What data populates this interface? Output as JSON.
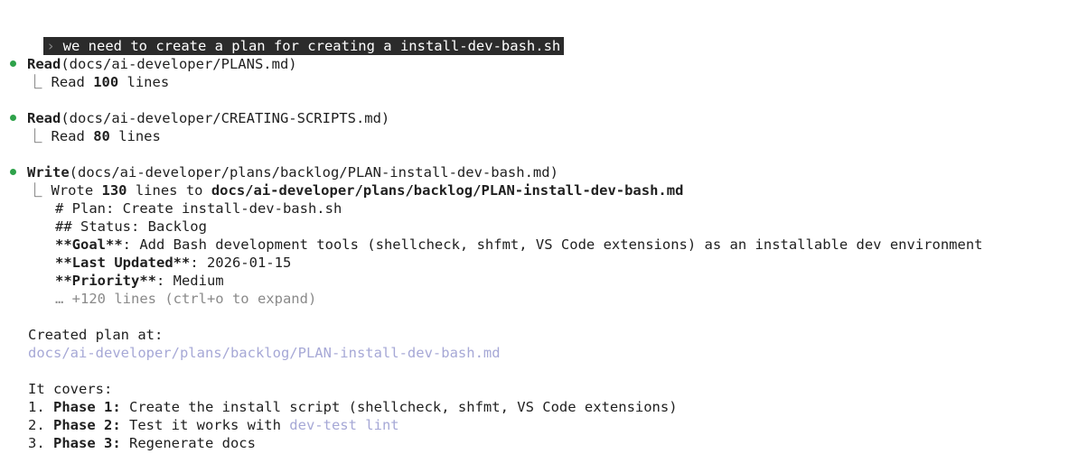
{
  "user_prompt": "we need to create a plan for creating a install-dev-bash.sh",
  "prompt_chevron": "›",
  "branch_glyph": "⎿",
  "tool_calls": [
    {
      "tool": "Read",
      "arg": "(docs/ai-developer/PLANS.md)",
      "result_prefix": "Read ",
      "result_count": "100",
      "result_suffix": " lines"
    },
    {
      "tool": "Read",
      "arg": "(docs/ai-developer/CREATING-SCRIPTS.md)",
      "result_prefix": "Read ",
      "result_count": "80",
      "result_suffix": " lines"
    },
    {
      "tool": "Write",
      "arg": "(docs/ai-developer/plans/backlog/PLAN-install-dev-bash.md)",
      "result_prefix": "Wrote ",
      "result_count": "130",
      "result_mid": " lines to ",
      "result_path": "docs/ai-developer/plans/backlog/PLAN-install-dev-bash.md",
      "preview": [
        {
          "bold": "",
          "text": "# Plan: Create install-dev-bash.sh"
        },
        {
          "bold": "",
          "text": "## Status: Backlog"
        },
        {
          "bold": "**Goal**",
          "text": ": Add Bash development tools (shellcheck, shfmt, VS Code extensions) as an installable dev environment"
        },
        {
          "bold": "**Last Updated**",
          "text": ": 2026-01-15"
        },
        {
          "bold": "**Priority**",
          "text": ": Medium"
        }
      ],
      "more": "… +120 lines (ctrl+o to expand)"
    }
  ],
  "summary": {
    "created_label": "Created plan at:",
    "created_path": "docs/ai-developer/plans/backlog/PLAN-install-dev-bash.md",
    "covers_label": "It covers:",
    "phases": [
      {
        "num": "1. ",
        "label": "Phase 1:",
        "text": " Create the install script (shellcheck, shfmt, VS Code extensions)",
        "code": ""
      },
      {
        "num": "2. ",
        "label": "Phase 2:",
        "text": " Test it works with ",
        "code": "dev-test lint"
      },
      {
        "num": "3. ",
        "label": "Phase 3:",
        "text": " Regenerate docs",
        "code": ""
      }
    ]
  },
  "colors": {
    "status_dot": "#2ea24a",
    "link": "#a6a8d6",
    "prompt_bg": "#2b2b2b"
  }
}
